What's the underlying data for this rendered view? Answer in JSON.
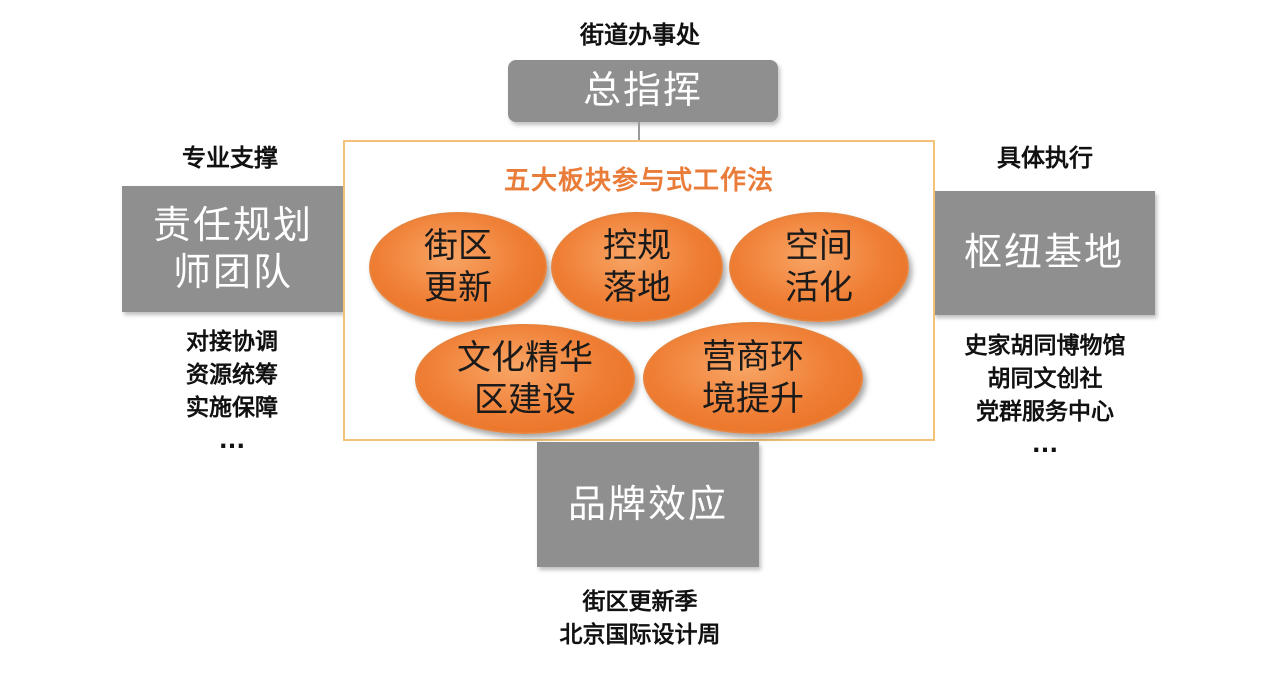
{
  "top": {
    "caption": "街道办事处",
    "box": "总指挥"
  },
  "left": {
    "caption": "专业支撑",
    "box": "责任规划\n师团队",
    "details": [
      "对接协调",
      "资源统筹",
      "实施保障",
      "..."
    ]
  },
  "right": {
    "caption": "具体执行",
    "box": "枢纽基地",
    "details": [
      "史家胡同博物馆",
      "胡同文创社",
      "党群服务中心",
      "..."
    ]
  },
  "bottom": {
    "box": "品牌效应",
    "details": [
      "街区更新季",
      "北京国际设计周"
    ]
  },
  "center": {
    "title": "五大板块参与式工作法",
    "blocks": [
      "街区\n更新",
      "控规\n落地",
      "空间\n活化",
      "文化精华\n区建设",
      "营商环\n境提升"
    ]
  },
  "colors": {
    "gray_box": "#8f8f8f",
    "orange": "#ef7d33",
    "title_orange": "#ea7c3a",
    "frame_border": "#f2c27a"
  }
}
